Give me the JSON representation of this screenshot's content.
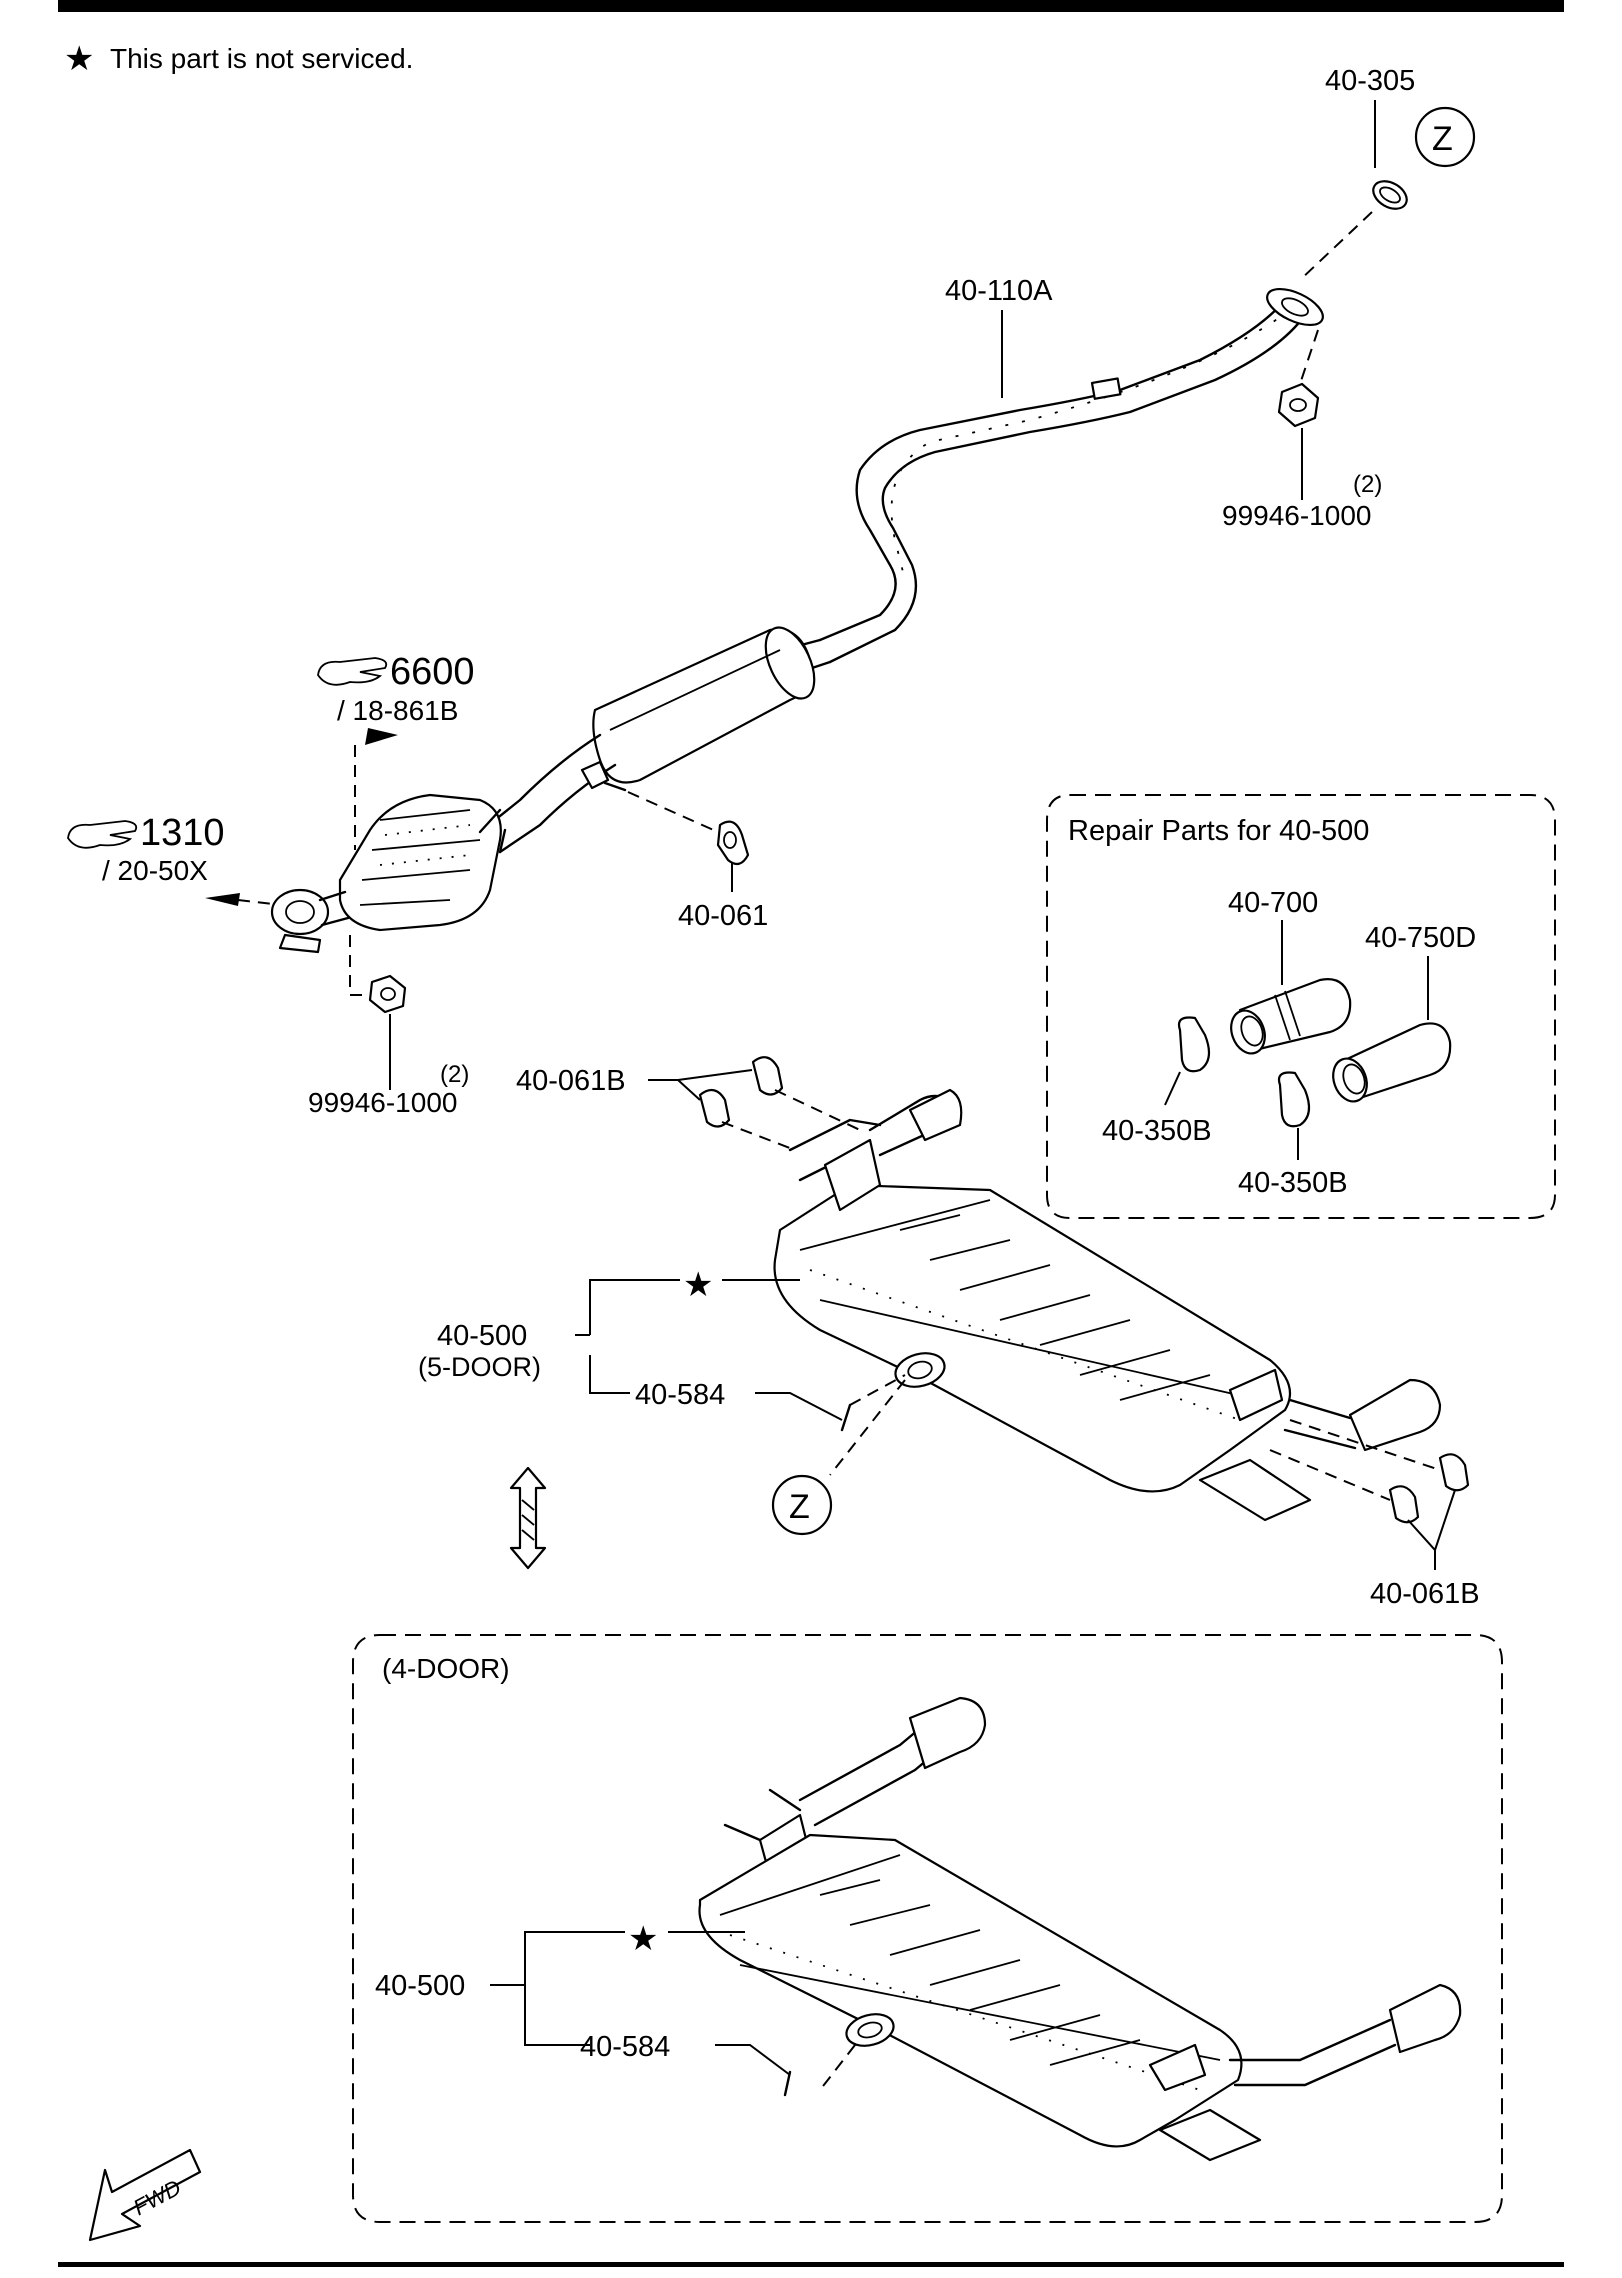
{
  "note": {
    "symbol": "★",
    "text": "This part is not serviced."
  },
  "labels": {
    "p40_305": "40-305",
    "z_top": "Z",
    "p40_110A": "40-110A",
    "qty_top": "(2)",
    "p99946_top": "99946-1000",
    "ref6600_num": "6600",
    "ref6600_sub": "/ 18-861B",
    "ref1310_num": "1310",
    "ref1310_sub": "/ 20-50X",
    "p40_061": "40-061",
    "qty_left": "(2)",
    "p99946_left": "99946-1000",
    "p40_061B_a": "40-061B",
    "star_5door": "★",
    "p40_500_5door": "40-500",
    "door5": "(5-DOOR)",
    "p40_584_5door": "40-584",
    "z_bottom": "Z",
    "p40_061B_b": "40-061B",
    "door4": "(4-DOOR)",
    "star_4door": "★",
    "p40_500_4door": "40-500",
    "p40_584_4door": "40-584",
    "fwd": "FWD"
  },
  "repair_box": {
    "title": "Repair Parts for 40-500",
    "p40_700": "40-700",
    "p40_750D": "40-750D",
    "p40_350B_a": "40-350B",
    "p40_350B_b": "40-350B"
  }
}
